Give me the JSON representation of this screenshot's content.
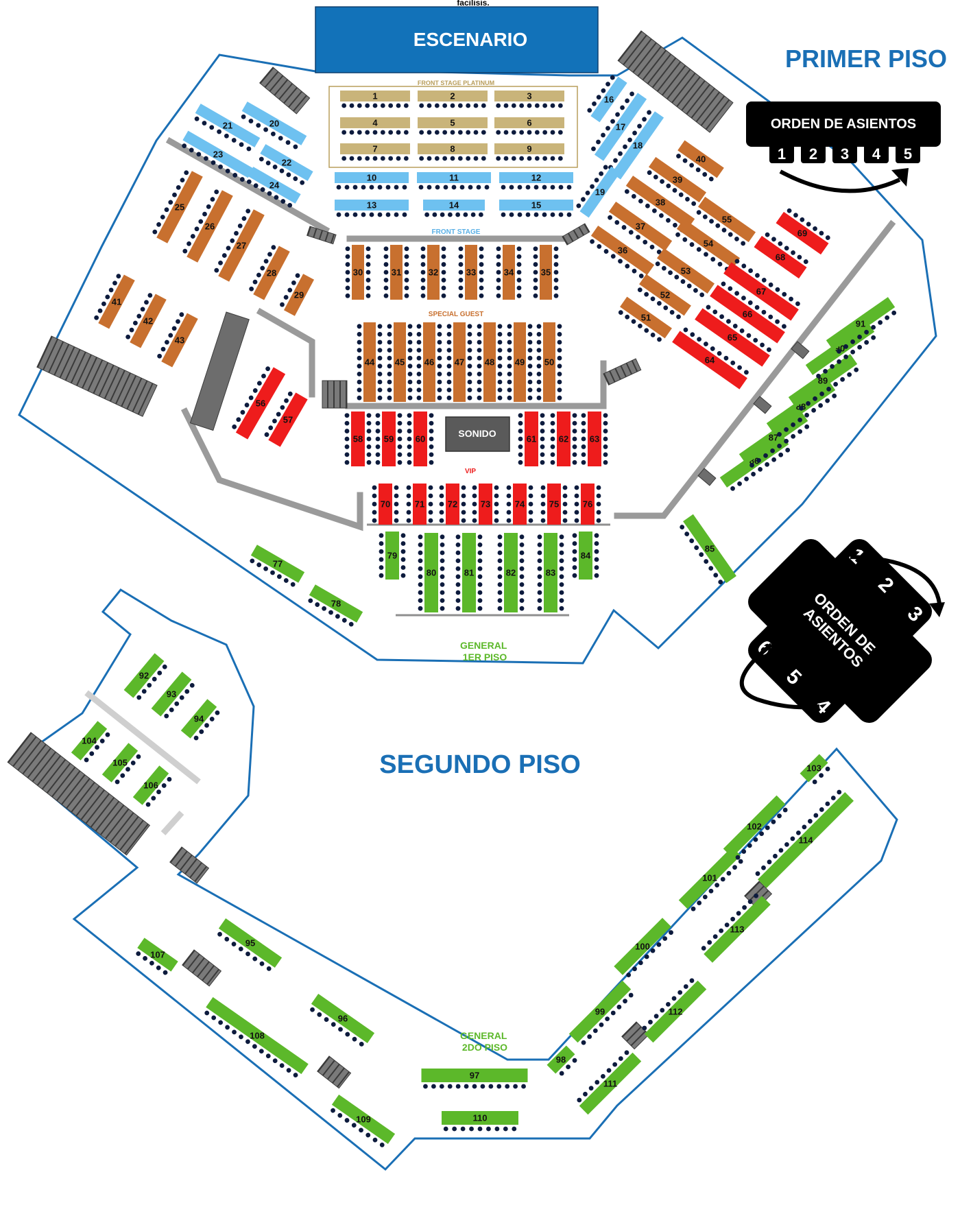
{
  "cut_caption": "facilisis.",
  "stage_label": "ESCENARIO",
  "floor1_title": "PRIMER PISO",
  "floor2_title": "SEGUNDO PISO",
  "seat_order_title": "ORDEN DE ASIENTOS",
  "seat_order_numbers": [
    "1",
    "2",
    "3",
    "4",
    "5"
  ],
  "seat_order_round_title": "ORDEN DE\nASIENTOS",
  "seat_order_round_numbers": [
    "1",
    "2",
    "3",
    "4",
    "5",
    "6"
  ],
  "zones": {
    "front_stage_platinum": "FRONT STAGE PLATINUM",
    "front_stage": "FRONT STAGE",
    "special_guest": "SPECIAL GUEST",
    "vip": "VIP",
    "sound": "SONIDO",
    "general_1": "GENERAL\n1ER PISO",
    "general_2": "GENERAL\n2DO PISO"
  },
  "colors": {
    "platinum": "#c9b47a",
    "front_stage": "#6ec1f0",
    "special_guest": "#c8702f",
    "vip": "#ee1c1c",
    "general": "#5cb82a",
    "outline": "#1a6fb5",
    "stage": "#1272b9",
    "stairs": "#6d6d6d",
    "dots": "#0d1b3d"
  },
  "tables": {
    "platinum": [
      "1",
      "2",
      "3",
      "4",
      "5",
      "6",
      "7",
      "8",
      "9"
    ],
    "front_stage": [
      "10",
      "11",
      "12",
      "13",
      "14",
      "15",
      "16",
      "17",
      "18",
      "19",
      "20",
      "21",
      "22",
      "23",
      "24"
    ],
    "special_guest": [
      "25",
      "26",
      "27",
      "28",
      "29",
      "30",
      "31",
      "32",
      "33",
      "34",
      "35",
      "36",
      "37",
      "38",
      "39",
      "40",
      "41",
      "42",
      "43",
      "44",
      "45",
      "46",
      "47",
      "48",
      "49",
      "50",
      "51",
      "52",
      "53",
      "54",
      "55"
    ],
    "vip": [
      "56",
      "57",
      "58",
      "59",
      "60",
      "61",
      "62",
      "63",
      "64",
      "65",
      "66",
      "67",
      "68",
      "69",
      "70",
      "71",
      "72",
      "73",
      "74",
      "75",
      "76"
    ],
    "general_1": [
      "77",
      "78",
      "79",
      "80",
      "81",
      "82",
      "83",
      "84",
      "85",
      "86",
      "87",
      "88",
      "89",
      "90",
      "91"
    ],
    "general_2": [
      "92",
      "93",
      "94",
      "95",
      "96",
      "97",
      "98",
      "99",
      "100",
      "101",
      "102",
      "103",
      "104",
      "105",
      "106",
      "107",
      "108",
      "109",
      "110",
      "111",
      "112",
      "113",
      "114"
    ]
  }
}
